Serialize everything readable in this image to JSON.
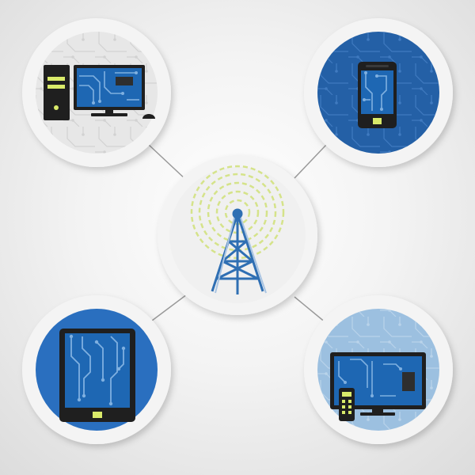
{
  "colors": {
    "background_center": "#ffffff",
    "background_edge": "#dcdcdc",
    "ring": "#f4f4f4",
    "connector": "#999999",
    "device_dark": "#1f1f1f",
    "screen_blue": "#1e67b3",
    "circuit_light": "#7fb0e0",
    "accent_yellow": "#d9ea6a",
    "signal_dashes": "#d5e38a",
    "tower_blue": "#2f6fb3",
    "desktop_bg": "#e7e7e7",
    "phone_bg": "#2460a6",
    "tablet_bg": "#2a6fbf",
    "tv_bg": "#9cc0e0"
  },
  "nodes": [
    {
      "id": "desktop",
      "icon": "desktop-computer-icon"
    },
    {
      "id": "phone",
      "icon": "smartphone-icon"
    },
    {
      "id": "tablet",
      "icon": "tablet-icon"
    },
    {
      "id": "tv",
      "icon": "tv-remote-icon"
    }
  ],
  "hub": {
    "icon": "radio-tower-icon"
  }
}
